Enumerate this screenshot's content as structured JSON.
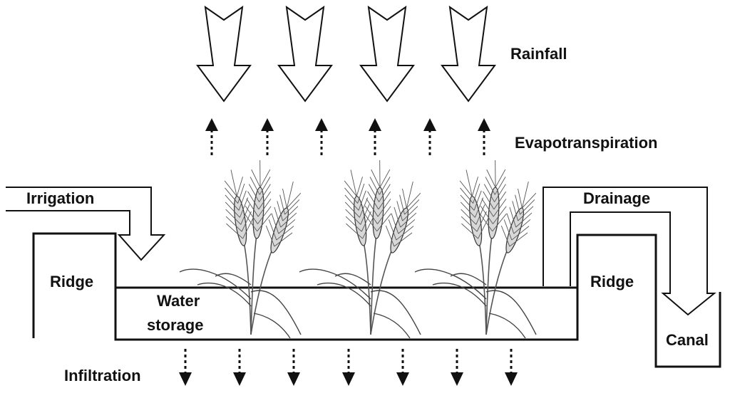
{
  "labels": {
    "rainfall": "Rainfall",
    "evapotranspiration": "Evapotranspiration",
    "irrigation": "Irrigation",
    "drainage": "Drainage",
    "ridge_left": "Ridge",
    "ridge_right": "Ridge",
    "water_storage_line1": "Water",
    "water_storage_line2": "storage",
    "canal": "Canal",
    "infiltration": "Infiltration"
  },
  "icons": {
    "rainfall": "hollow-down-arrow",
    "evapotranspiration": "dashed-up-arrow",
    "infiltration": "dashed-down-arrow",
    "crop": "wheat-plant"
  },
  "counts": {
    "rainfall_arrows": 4,
    "evapotranspiration_arrows": 6,
    "infiltration_arrows": 7,
    "wheat_plants": 3
  }
}
